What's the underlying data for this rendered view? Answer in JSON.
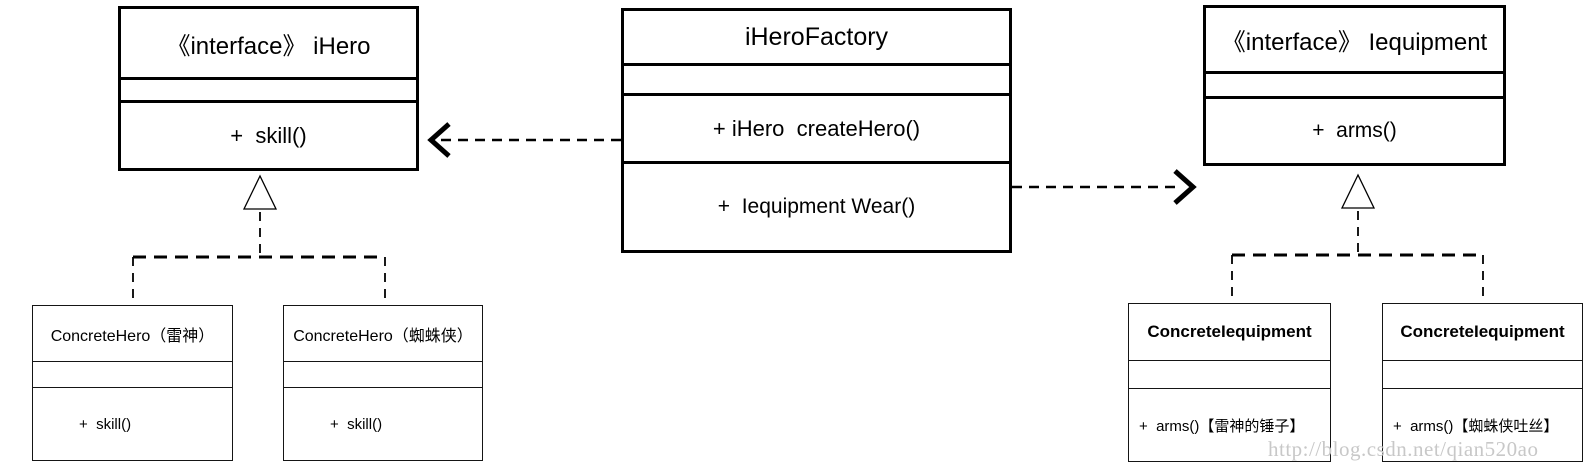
{
  "boxes": {
    "ihero": {
      "title": "《interface》 iHero",
      "method": "+  skill()"
    },
    "factory": {
      "title": "iHeroFactory",
      "method1": "+ iHero  createHero()",
      "method2": "+  Iequipment Wear()"
    },
    "iequipment": {
      "title": "《interface》 Iequipment",
      "method": "+  arms()"
    },
    "hero_thor": {
      "title": "ConcreteHero（雷神）",
      "method": "+  skill()"
    },
    "hero_spider": {
      "title": "ConcreteHero（蜘蛛侠）",
      "method": "+  skill()"
    },
    "equip_thor": {
      "title": "ConcreteIequipment",
      "method": "+  arms()【雷神的锤子】"
    },
    "equip_spider": {
      "title": "ConcreteIequipment",
      "method": "+  arms()【蜘蛛侠吐丝】"
    }
  },
  "connectors": {
    "dependency_left": "iHeroFactory ..> iHero",
    "dependency_right": "iHeroFactory ..> Iequipment",
    "realization_left": "ConcreteHero ..|> iHero",
    "realization_right": "ConcreteIequipment ..|> Iequipment"
  },
  "watermark": "http://blog.csdn.net/qian520ao",
  "colors": {
    "line": "#000000",
    "background": "#ffffff",
    "watermark": "#c8c8c8"
  }
}
